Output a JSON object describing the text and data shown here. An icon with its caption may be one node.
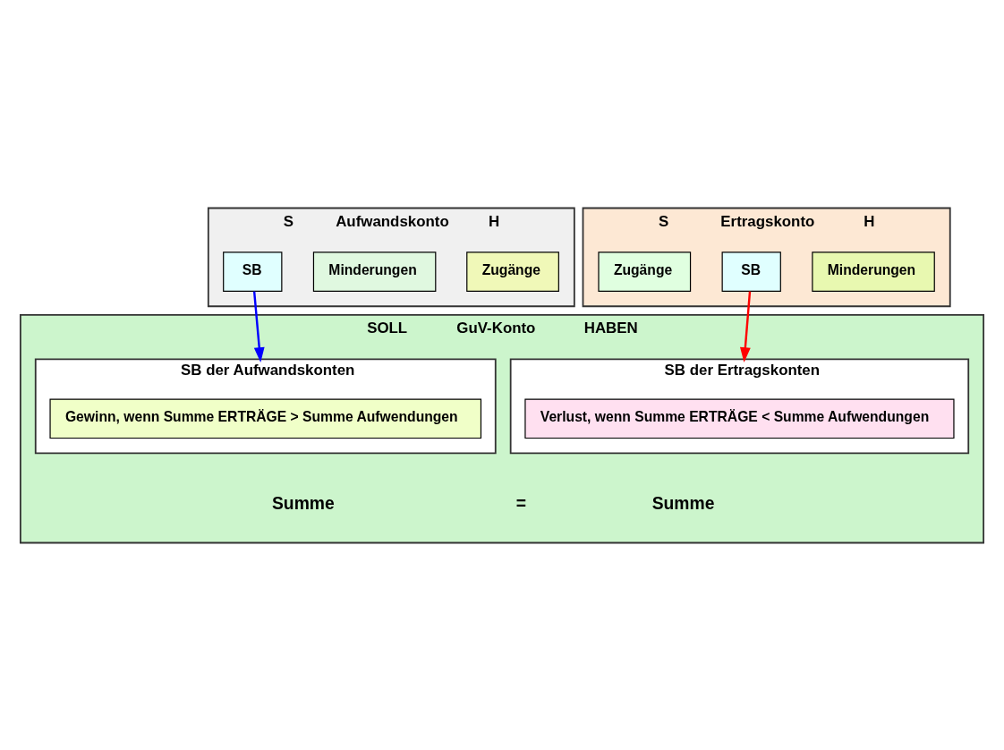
{
  "diagram": {
    "nodes": [
      {
        "text": [
          "S",
          "Aufwandskonto",
          "H"
        ]
      },
      {
        "text": [
          "Zugänge"
        ],
        "in": 0
      },
      {
        "text": [
          "Minderungen"
        ],
        "in": 0
      },
      {
        "text": [
          "SB"
        ],
        "in": 0
      },
      {
        "text": [
          "S",
          "Ertragskonto",
          "H"
        ]
      },
      {
        "text": [
          "Minderungen"
        ],
        "in": 4
      },
      {
        "text": [
          "SB"
        ],
        "in": 4
      },
      {
        "text": [
          "Zugänge"
        ],
        "in": 4
      },
      {
        "text": [
          "SOLL",
          "GuV-Konto",
          "HABEN"
        ]
      },
      {
        "text": [
          "SB der Aufwandskonten"
        ],
        "in": 8
      },
      {
        "text": [
          "Gewinn, wenn Summe ERTRÄGE > Summe Aufwendungen"
        ],
        "in": 9
      },
      {
        "text": [
          "SB der Ertragskonten"
        ],
        "in": 8
      },
      {
        "text": [
          "Verlust, wenn Summe ERTRÄGE < Summe Aufwendungen"
        ],
        "in": 11
      }
    ],
    "edges": [
      {
        "from": 3,
        "to": 9,
        "arrow": "to",
        "color": "#0000ff"
      },
      {
        "from": 6,
        "to": 11,
        "arrow": "to",
        "color": "#ff0000"
      }
    ],
    "labels": [
      "Summe",
      "=",
      "Summe"
    ]
  }
}
